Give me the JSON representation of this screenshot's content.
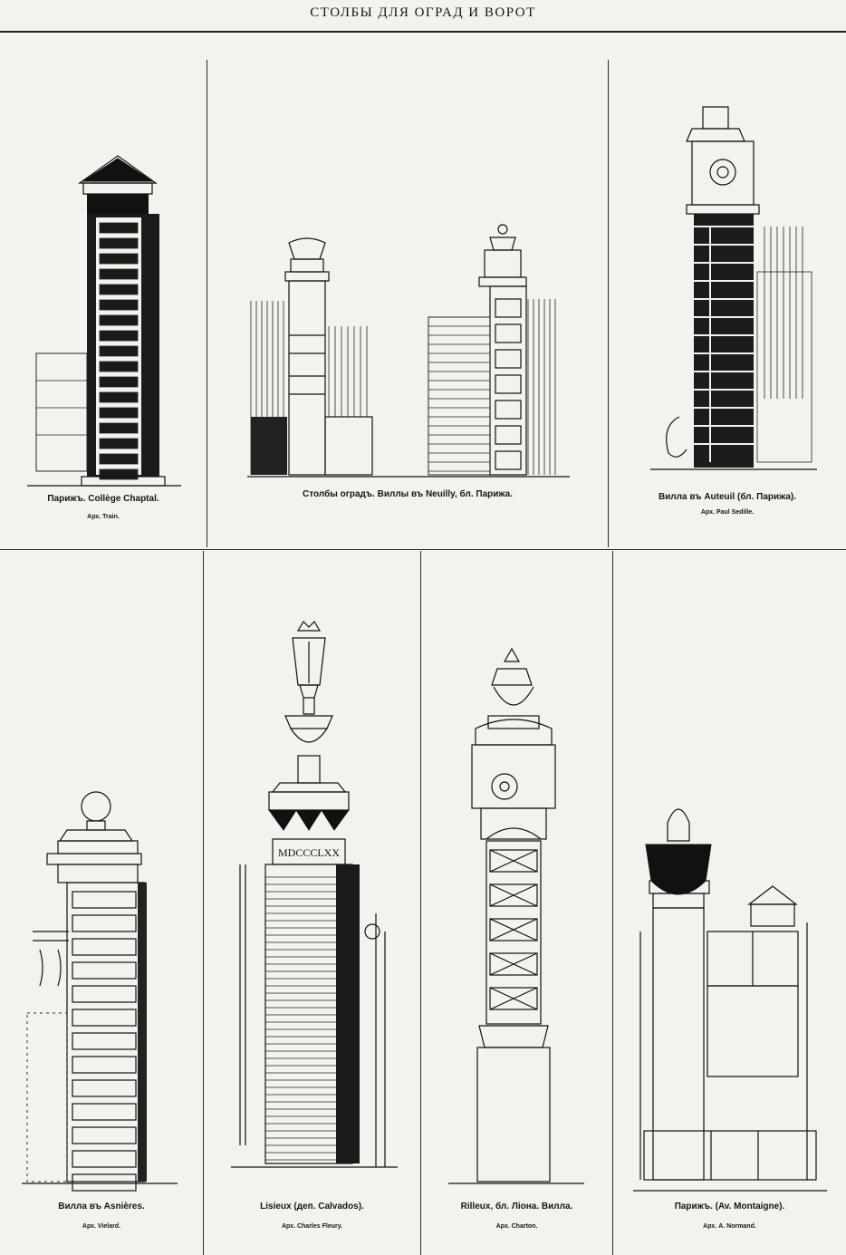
{
  "header": {
    "title": "СТОЛБЫ ДЛЯ ОГРАД И ВОРОТ"
  },
  "panels": [
    {
      "caption": "Парижъ. Collège Chaptal.",
      "credit": "Арх. Train."
    },
    {
      "caption": "Столбы оградъ. Виллы въ Neuilly, бл. Парижа.",
      "credit": ""
    },
    {
      "caption": "Вилла въ Auteuil (бл. Парижа).",
      "credit": "Арх. Paul Sedille."
    },
    {
      "caption": "Вилла въ Asnières.",
      "credit": "Арх. Vielard."
    },
    {
      "caption": "Lisieux (деп. Calvados).",
      "credit": "Арх. Charles Fleury.",
      "inscription": "MDCCCLXX"
    },
    {
      "caption": "Rilleux, бл. Ліона. Вилла.",
      "credit": "Арх. Charton."
    },
    {
      "caption": "Парижъ. (Av. Montaigne).",
      "credit": "Арх. A. Normand."
    }
  ]
}
